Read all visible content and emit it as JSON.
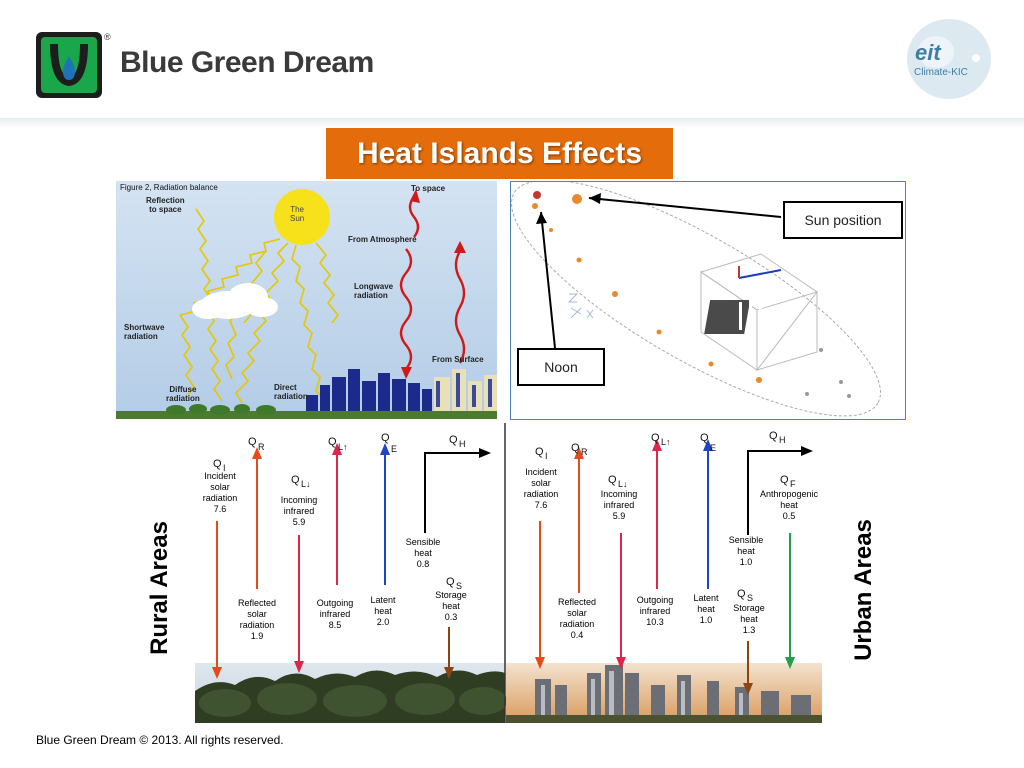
{
  "brand": {
    "name": "Blue Green Dream",
    "registered_mark": "®"
  },
  "partner_logo": {
    "text_top": "eit",
    "text_bottom": "Climate-KIC"
  },
  "title": "Heat Islands Effects",
  "radiation_figure": {
    "caption": "Figure 2,  Radiation balance",
    "reflection": "Reflection\nto space",
    "sun": "The\nSun",
    "to_space": "To space",
    "from_atmosphere": "From Atmosphere",
    "longwave": "Longwave\nradiation",
    "shortwave": "Shortwave\nradiation",
    "diffuse": "Diffuse\nradiation",
    "direct": "Direct\nradiation",
    "from_surface": "From Surface"
  },
  "sun_path": {
    "sun_position": "Sun position",
    "noon": "Noon"
  },
  "energy_balance": {
    "rural_label": "Rural Areas",
    "urban_label": "Urban Areas",
    "rural": {
      "qi": "Incident\nsolar\nradiation\n7.6",
      "qr": "Reflected\nsolar\nradiation\n1.9",
      "qld": "Incoming\ninfrared\n5.9",
      "qlu": "Outgoing\ninfrared\n8.5",
      "qe": "Latent\nheat\n2.0",
      "qh": "Sensible\nheat\n0.8",
      "qs": "Storage\nheat\n0.3"
    },
    "urban": {
      "qi": "Incident\nsolar\nradiation\n7.6",
      "qr": "Reflected\nsolar\nradiation\n0.4",
      "qld": "Incoming\ninfrared\n5.9",
      "qlu": "Outgoing\ninfrared\n10.3",
      "qe": "Latent\nheat\n1.0",
      "qh": "Sensible\nheat\n1.0",
      "qs": "Storage\nheat\n1.3",
      "qf": "Anthropogenic\nheat\n0.5"
    },
    "symbols": {
      "q": "Q",
      "i": "I",
      "r": "R",
      "ld": "L↓",
      "lu": "L↑",
      "e": "E",
      "h": "H",
      "s": "S",
      "f": "F"
    }
  },
  "footer": "Blue Green Dream © 2013.  All rights reserved.",
  "colors": {
    "orange": "#e46c0a",
    "logo_green": "#1aa64a",
    "logo_blue": "#1e73b8",
    "border_blue": "#4f81bd"
  }
}
